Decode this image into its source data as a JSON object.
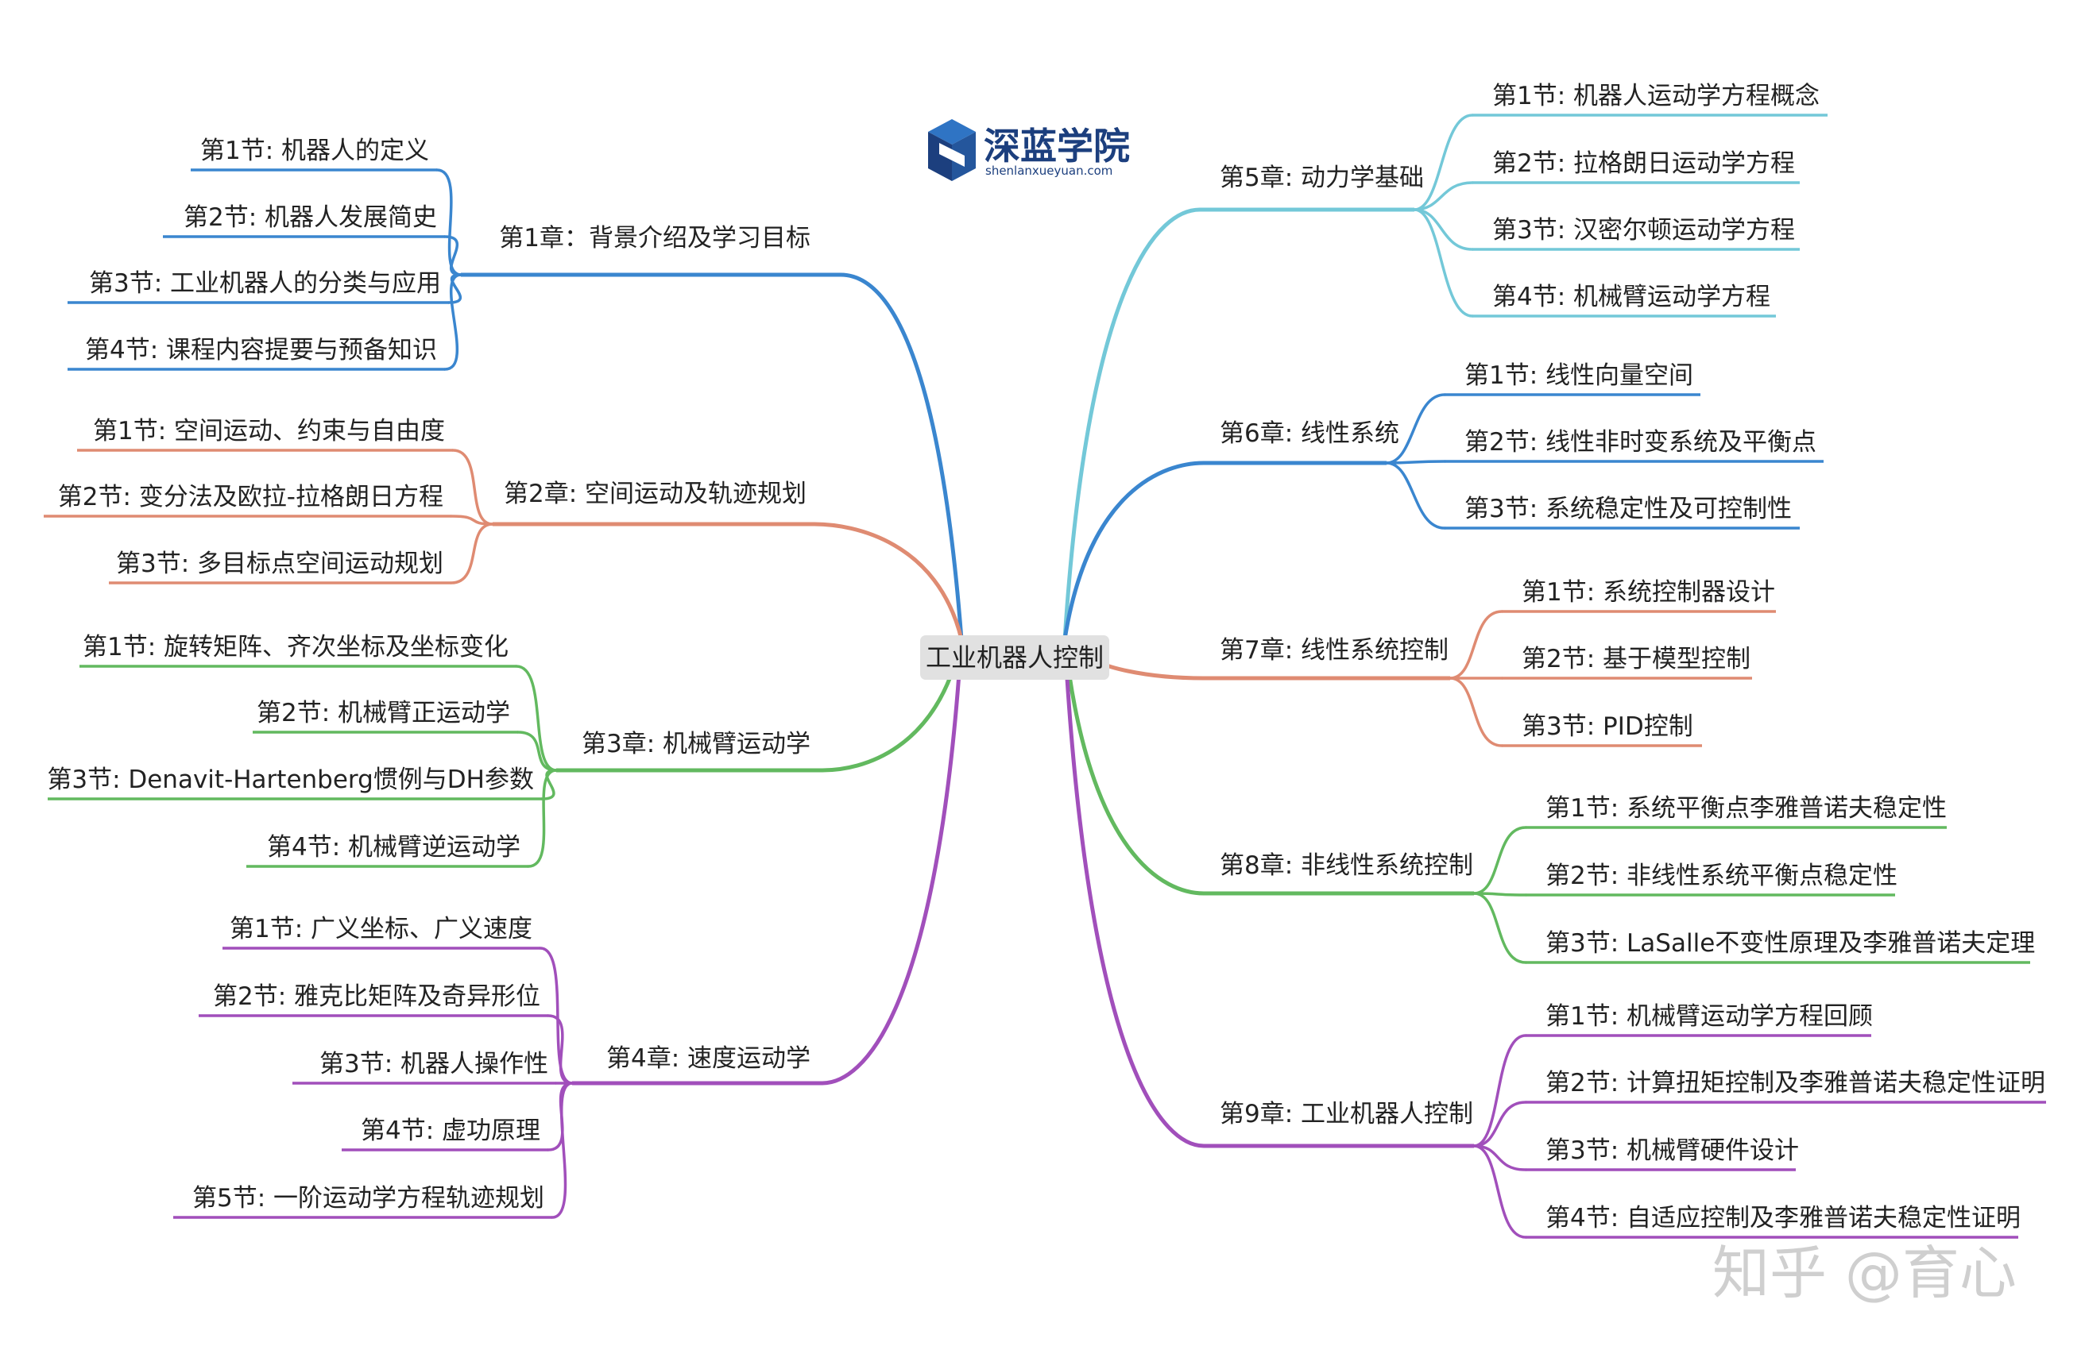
{
  "root": {
    "label": "工业机器人控制"
  },
  "logo": {
    "name": "深蓝学院",
    "url": "shenlanxueyuan.com"
  },
  "watermark": "知乎 @育心",
  "colors": {
    "ch1": "#3a86cf",
    "ch2": "#df8b72",
    "ch3": "#62b95f",
    "ch4": "#a14fbb",
    "ch5": "#73c8d8",
    "ch6": "#3a86cf",
    "ch7": "#df8b72",
    "ch8": "#62b95f",
    "ch9": "#a14fbb",
    "root_bg": "#e1e1e1"
  },
  "chapters": [
    {
      "id": "ch1",
      "side": "left",
      "label": "第1章：背景介绍及学习目标",
      "sections": [
        "第1节: 机器人的定义",
        "第2节: 机器人发展简史",
        "第3节: 工业机器人的分类与应用",
        "第4节: 课程内容提要与预备知识"
      ]
    },
    {
      "id": "ch2",
      "side": "left",
      "label": "第2章: 空间运动及轨迹规划",
      "sections": [
        "第1节: 空间运动、约束与自由度",
        "第2节: 变分法及欧拉-拉格朗日方程",
        "第3节: 多目标点空间运动规划"
      ]
    },
    {
      "id": "ch3",
      "side": "left",
      "label": "第3章: 机械臂运动学",
      "sections": [
        "第1节: 旋转矩阵、齐次坐标及坐标变化",
        "第2节: 机械臂正运动学",
        "第3节: Denavit-Hartenberg惯例与DH参数",
        "第4节: 机械臂逆运动学"
      ]
    },
    {
      "id": "ch4",
      "side": "left",
      "label": "第4章: 速度运动学",
      "sections": [
        "第1节: 广义坐标、广义速度",
        "第2节: 雅克比矩阵及奇异形位",
        "第3节: 机器人操作性",
        "第4节: 虚功原理",
        "第5节: 一阶运动学方程轨迹规划"
      ]
    },
    {
      "id": "ch5",
      "side": "right",
      "label": "第5章: 动力学基础",
      "sections": [
        "第1节: 机器人运动学方程概念",
        "第2节: 拉格朗日运动学方程",
        "第3节: 汉密尔顿运动学方程",
        "第4节: 机械臂运动学方程"
      ]
    },
    {
      "id": "ch6",
      "side": "right",
      "label": "第6章: 线性系统",
      "sections": [
        "第1节: 线性向量空间",
        "第2节: 线性非时变系统及平衡点",
        "第3节: 系统稳定性及可控制性"
      ]
    },
    {
      "id": "ch7",
      "side": "right",
      "label": "第7章: 线性系统控制",
      "sections": [
        "第1节: 系统控制器设计",
        "第2节: 基于模型控制",
        "第3节: PID控制"
      ]
    },
    {
      "id": "ch8",
      "side": "right",
      "label": "第8章: 非线性系统控制",
      "sections": [
        "第1节: 系统平衡点李雅普诺夫稳定性",
        "第2节: 非线性系统平衡点稳定性",
        "第3节: LaSalle不变性原理及李雅普诺夫定理"
      ]
    },
    {
      "id": "ch9",
      "side": "right",
      "label": "第9章: 工业机器人控制",
      "sections": [
        "第1节: 机械臂运动学方程回顾",
        "第2节: 计算扭矩控制及李雅普诺夫稳定性证明",
        "第3节: 机械臂硬件设计",
        "第4节: 自适应控制及李雅普诺夫稳定性证明"
      ]
    }
  ]
}
